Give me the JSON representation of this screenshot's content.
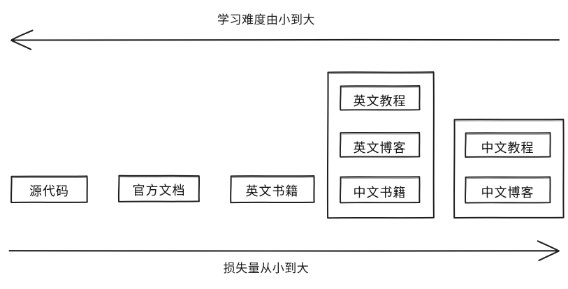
{
  "diagram": {
    "type": "spectrum-diagram",
    "background_color": "#ffffff",
    "stroke_color": "#1e1e1e",
    "text_color": "#111111",
    "top_axis": {
      "label": "学习难度由小到大",
      "direction": "left",
      "arrow_icon": "arrow-left-icon"
    },
    "bottom_axis": {
      "label": "损失量从小到大",
      "direction": "right",
      "arrow_icon": "arrow-right-icon"
    },
    "nodes": [
      {
        "id": "source-code",
        "label": "源代码"
      },
      {
        "id": "official-docs",
        "label": "官方文档"
      },
      {
        "id": "english-books",
        "label": "英文书籍"
      }
    ],
    "groups": [
      {
        "id": "english-group",
        "items": [
          {
            "id": "english-tutorial",
            "label": "英文教程"
          },
          {
            "id": "english-blog",
            "label": "英文博客"
          },
          {
            "id": "chinese-books",
            "label": "中文书籍"
          }
        ]
      },
      {
        "id": "chinese-group",
        "items": [
          {
            "id": "chinese-tutorial",
            "label": "中文教程"
          },
          {
            "id": "chinese-blog",
            "label": "中文博客"
          }
        ]
      }
    ]
  }
}
